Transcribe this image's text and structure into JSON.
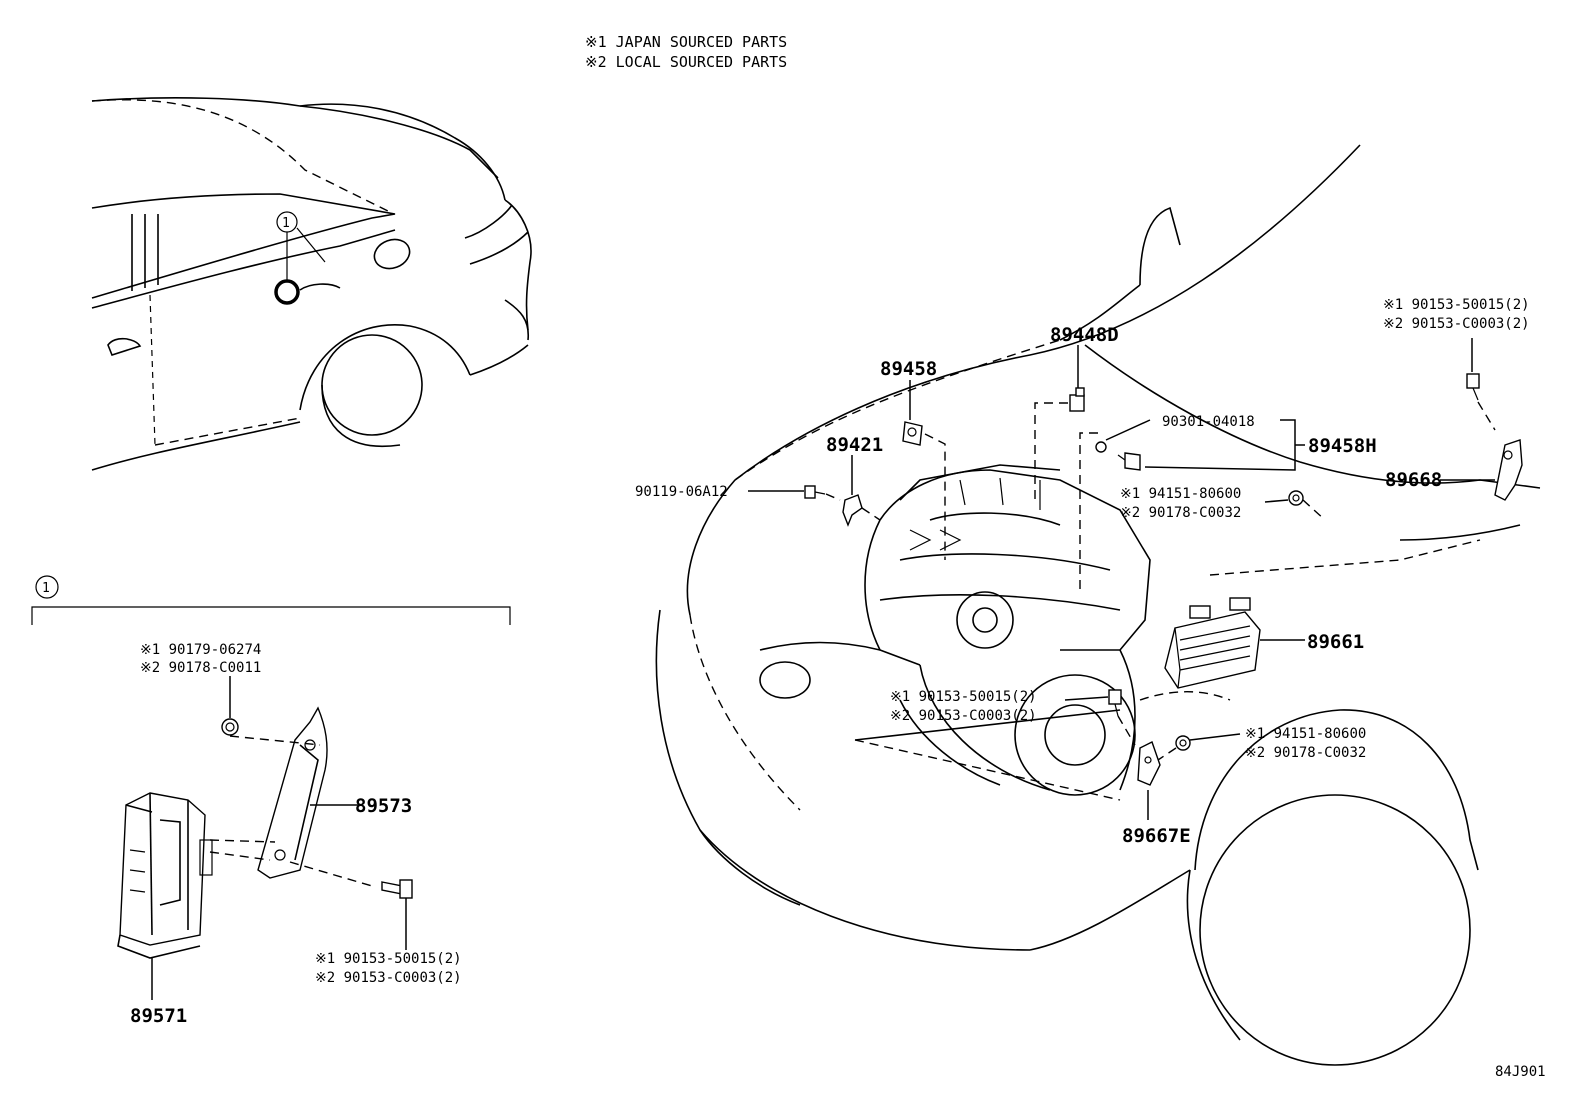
{
  "legend": {
    "line1": "※1 JAPAN SOURCED PARTS",
    "line2": "※2 LOCAL SOURCED PARTS"
  },
  "callout": {
    "marker": "1"
  },
  "detail_box": {
    "marker": "1"
  },
  "parts": {
    "p89571": "89571",
    "p89573": "89573",
    "p89458": "89458",
    "p89448D": "89448D",
    "p89421": "89421",
    "p89458H": "89458H",
    "p89668": "89668",
    "p89661": "89661",
    "p89667E": "89667E"
  },
  "fasteners": {
    "f90179_1": "※1 90179-06274",
    "f90178_2": "※2 90178-C0011",
    "fb_1": "※1 90153-50015(2)",
    "fb_2": "※2 90153-C0003(2)",
    "f90301": "90301-04018",
    "f90119": "90119-06A12",
    "fc_1": "※1 94151-80600",
    "fc_2": "※2 90178-C0032",
    "fr_1": "※1 90153-50015(2)",
    "fr_2": "※2 90153-C0003(2)",
    "fm_1": "※1 90153-50015(2)",
    "fm_2": "※2 90153-C0003(2)",
    "fd_1": "※1 94151-80600",
    "fd_2": "※2 90178-C0032"
  },
  "illustration_code": "84J901"
}
